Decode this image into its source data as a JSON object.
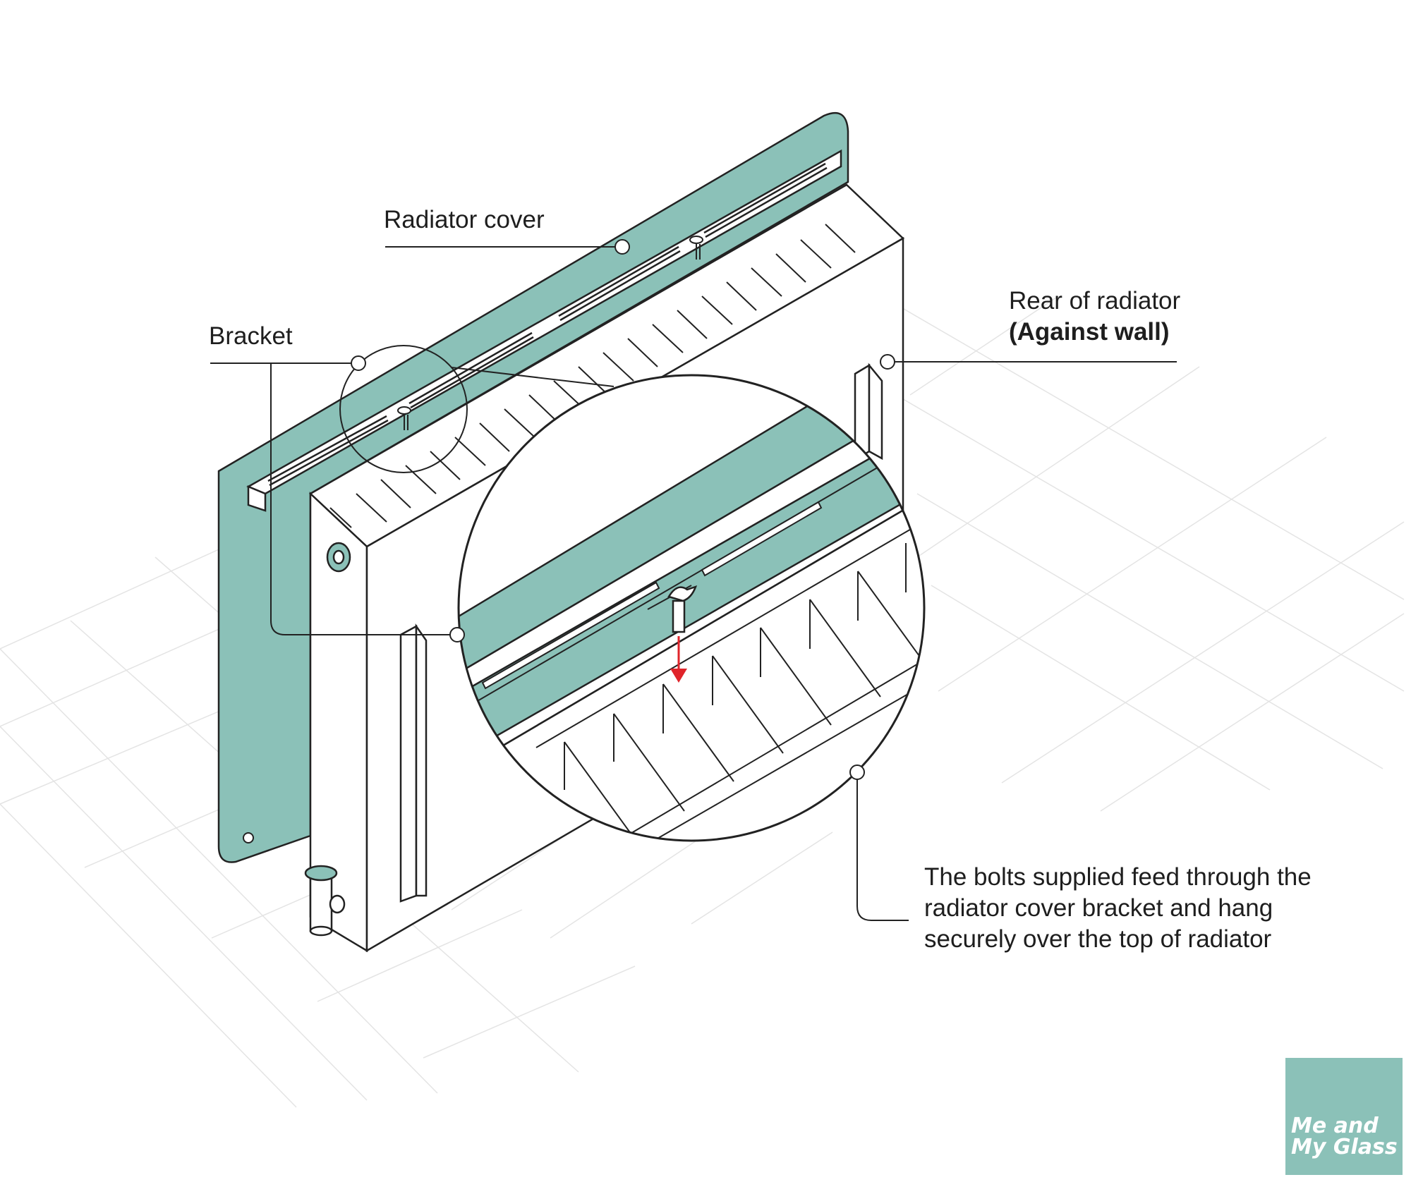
{
  "labels": {
    "radiator_cover": "Radiator cover",
    "bracket": "Bracket",
    "rear_line1": "Rear of radiator",
    "rear_line2": "(Against wall)",
    "bolts": "The bolts supplied feed through the radiator cover bracket and hang securely over the top of radiator"
  },
  "logo": {
    "text": "Me and My Glass"
  },
  "colors": {
    "panel": "#8bc1b8",
    "line": "#222222",
    "grid": "#e4e4e4",
    "arrow": "#e0242a",
    "background": "#ffffff"
  }
}
